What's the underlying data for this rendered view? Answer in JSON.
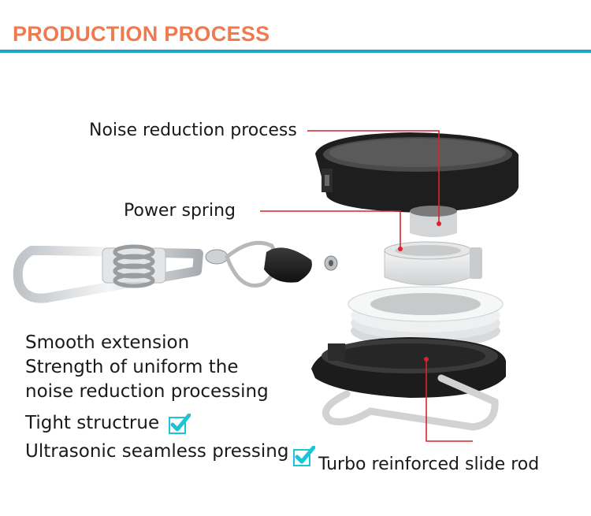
{
  "header": {
    "title": "PRODUCTION PROCESS",
    "title_color": "#f07a4e",
    "rule_color": "#1aa7c6"
  },
  "callouts": {
    "noise_reduction": "Noise reduction process",
    "power_spring": "Power spring",
    "slide_rod": "Turbo reinforced slide rod",
    "leader_color": "#d9232d"
  },
  "features": {
    "lines": [
      "Smooth extension",
      "Strength of uniform the",
      "noise reduction processing"
    ],
    "checks": [
      {
        "label": "Tight structrue",
        "icon": "check-icon"
      },
      {
        "label": "Ultrasonic seamless pressing",
        "icon": "check-icon"
      }
    ],
    "check_color": "#1bc5d8"
  }
}
